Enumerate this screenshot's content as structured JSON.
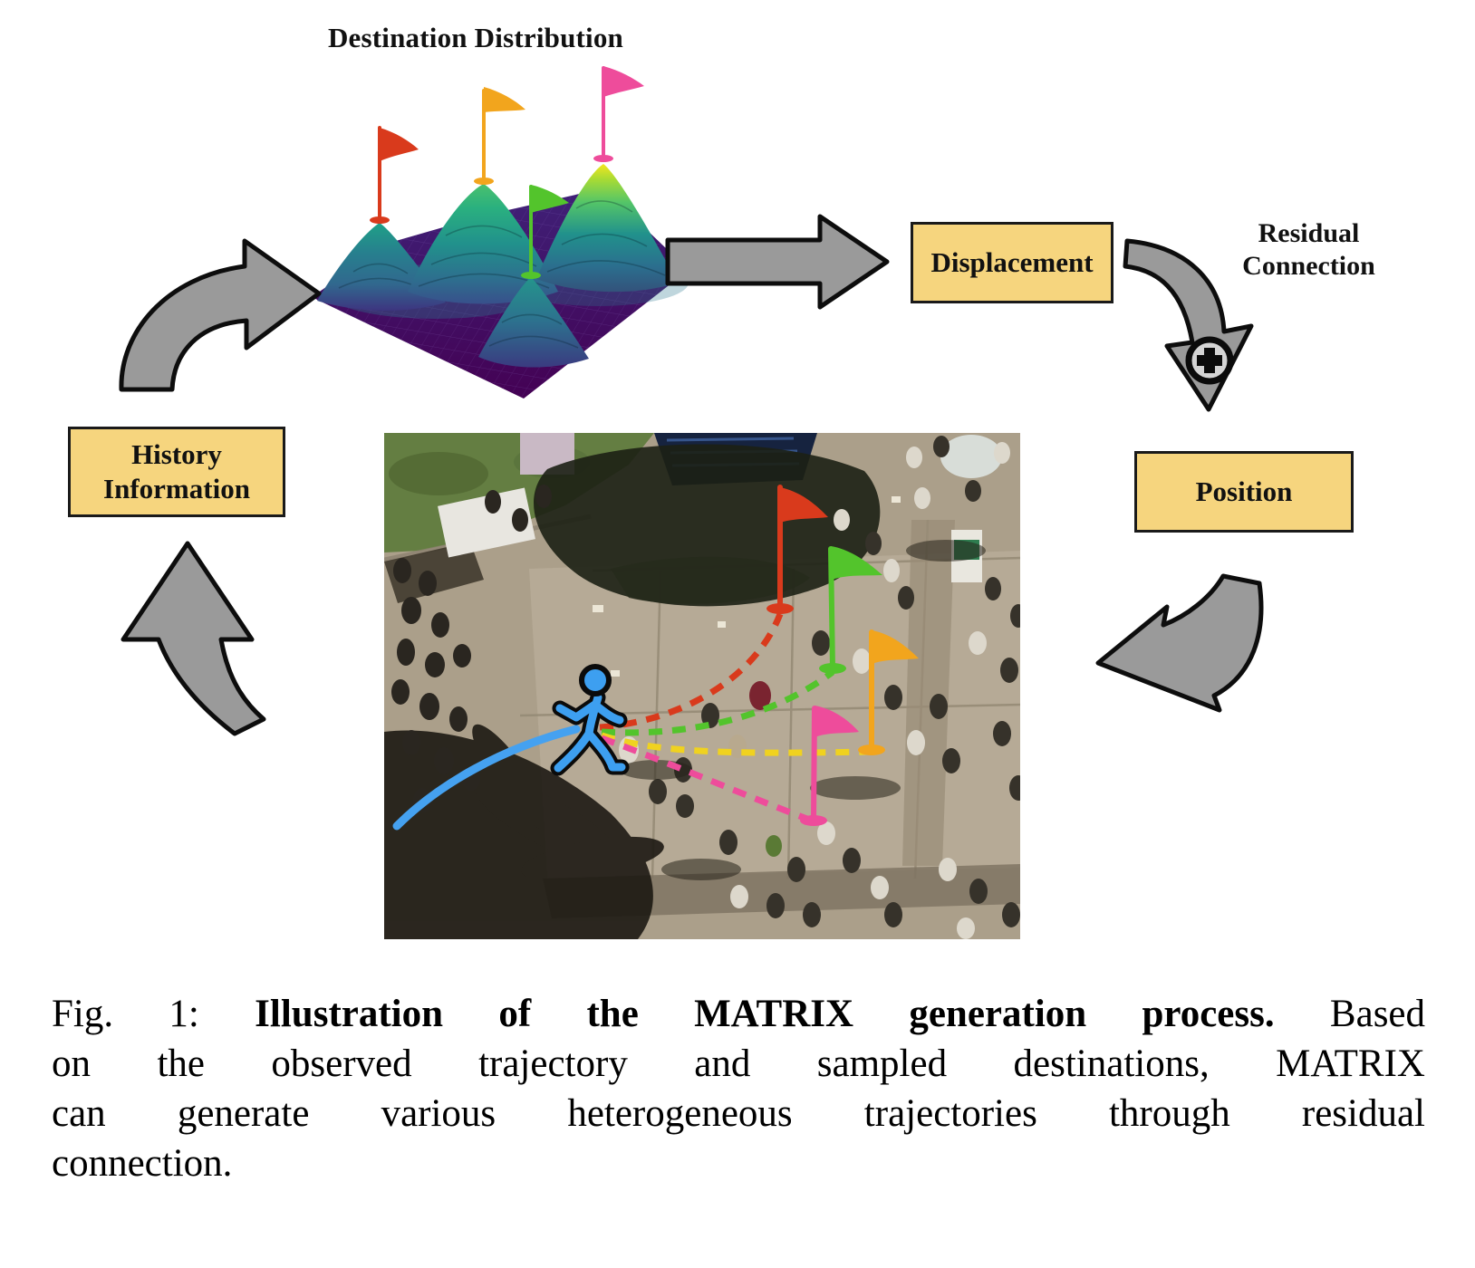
{
  "title": "Destination Distribution",
  "boxes": {
    "displacement": "Displacement",
    "history_line1": "History",
    "history_line2": "Information",
    "position": "Position"
  },
  "labels": {
    "residual_line1": "Residual",
    "residual_line2": "Connection"
  },
  "caption": {
    "fig_label": "Fig. 1:",
    "bold_text": "Illustration of the MATRIX generation process.",
    "line1_tail": "Based",
    "line2": "on the observed trajectory and sampled destinations, MATRIX",
    "line3": "can generate various heterogeneous trajectories through residual",
    "line4": "connection."
  },
  "flags": [
    {
      "name": "red destination flag",
      "color": "#d93a1c"
    },
    {
      "name": "orange destination flag",
      "color": "#f2a51d"
    },
    {
      "name": "green destination flag",
      "color": "#53c42c"
    },
    {
      "name": "pink destination flag",
      "color": "#ee4c9b"
    }
  ],
  "colors": {
    "text": "#111111",
    "box_fill": "#f6d57e",
    "box_border": "#1a1a1a",
    "arrow_gray": "#9a9a9a",
    "arrow_outline": "#0d0d0d",
    "flag_red": "#d93a1c",
    "flag_orange": "#f2a51d",
    "flag_green": "#53c42c",
    "flag_pink": "#ee4c9b",
    "trajectory_yellow": "#f0d21f",
    "person_blue": "#3d9ff0",
    "observed_blue": "#45a1f0"
  }
}
